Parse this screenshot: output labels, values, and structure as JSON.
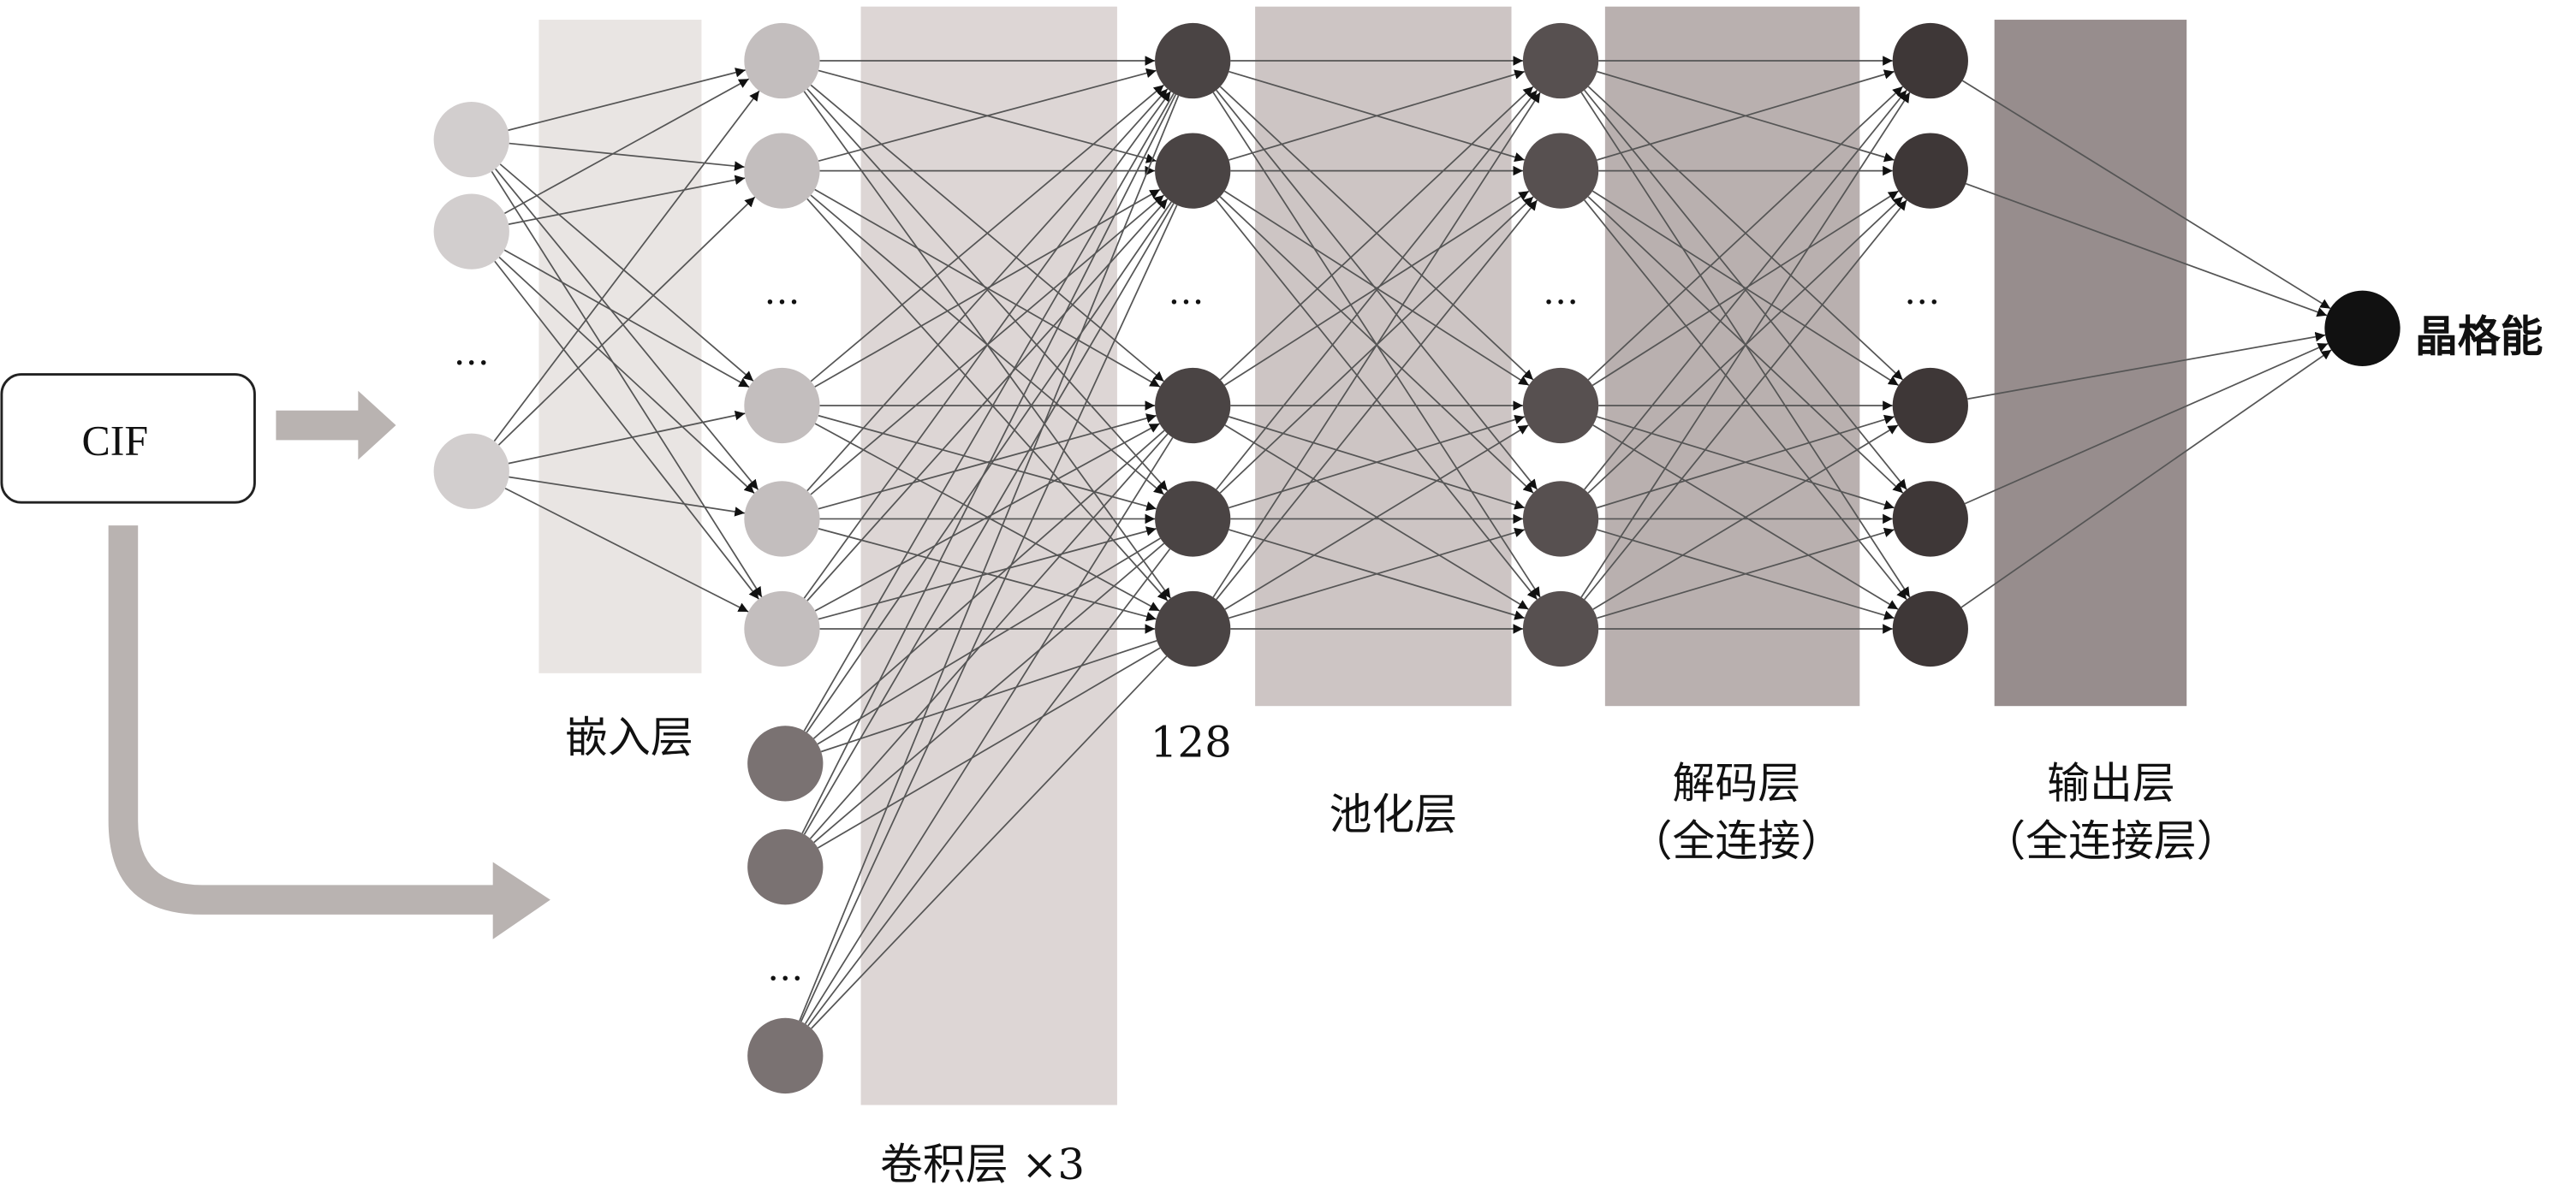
{
  "input_box": {
    "label": "CIF"
  },
  "labels": {
    "embedding": "嵌入层",
    "conv": "卷积层 ×3",
    "conv_width": "128",
    "pooling": "池化层",
    "decoder_line1": "解码层",
    "decoder_line2": "（全连接）",
    "output_line1": "输出层",
    "output_line2": "（全连接层）",
    "target": "晶格能"
  },
  "ellipsis": "…",
  "colors": {
    "embedding_band": "#e9e5e3",
    "conv_band": "#ddd6d5",
    "pool_band": "#cdc5c4",
    "decoder_band": "#b9b0af",
    "output_band": "#978d8d",
    "input_node": "#d2cece",
    "embed_node": "#c3bebe",
    "extra_node": "#7a7272",
    "conv_node": "#4a4444",
    "pool_node": "#575050",
    "decoder_node": "#3e3737",
    "target_node": "#111111",
    "arrow": "#b9b3b1",
    "edge": "#555555"
  }
}
